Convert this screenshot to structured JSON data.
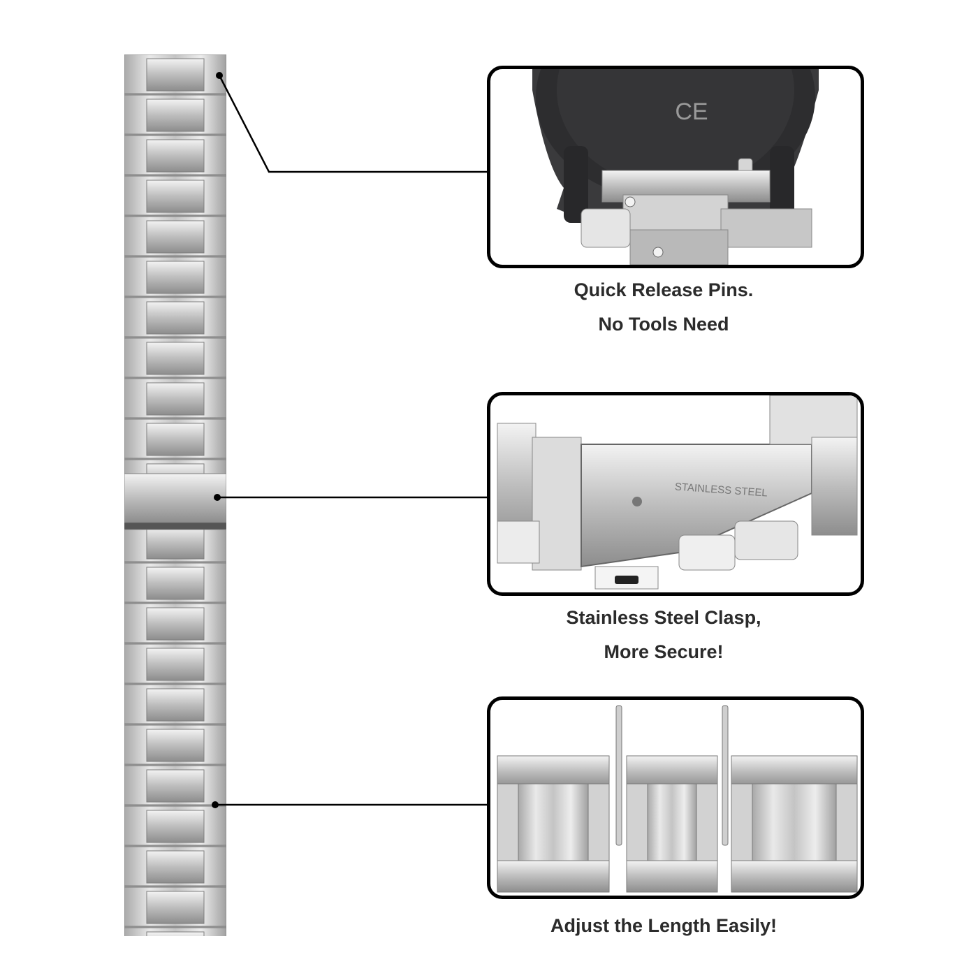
{
  "features": [
    {
      "caption_line1": "Quick Release Pins.",
      "caption_line2": "No Tools Need"
    },
    {
      "caption_line1": "Stainless Steel Clasp,",
      "caption_line2": "More Secure!",
      "clasp_engraving": "STAINLESS STEEL"
    },
    {
      "caption_line1": "Adjust the Length Easily!"
    }
  ],
  "watch_back_mark": "CE",
  "colors": {
    "frame": "#000000",
    "caption": "#2b2b2b",
    "steel_light": "#e6e6e6",
    "steel_dark": "#8a8a8a",
    "watch_body": "#3a3a3c"
  }
}
